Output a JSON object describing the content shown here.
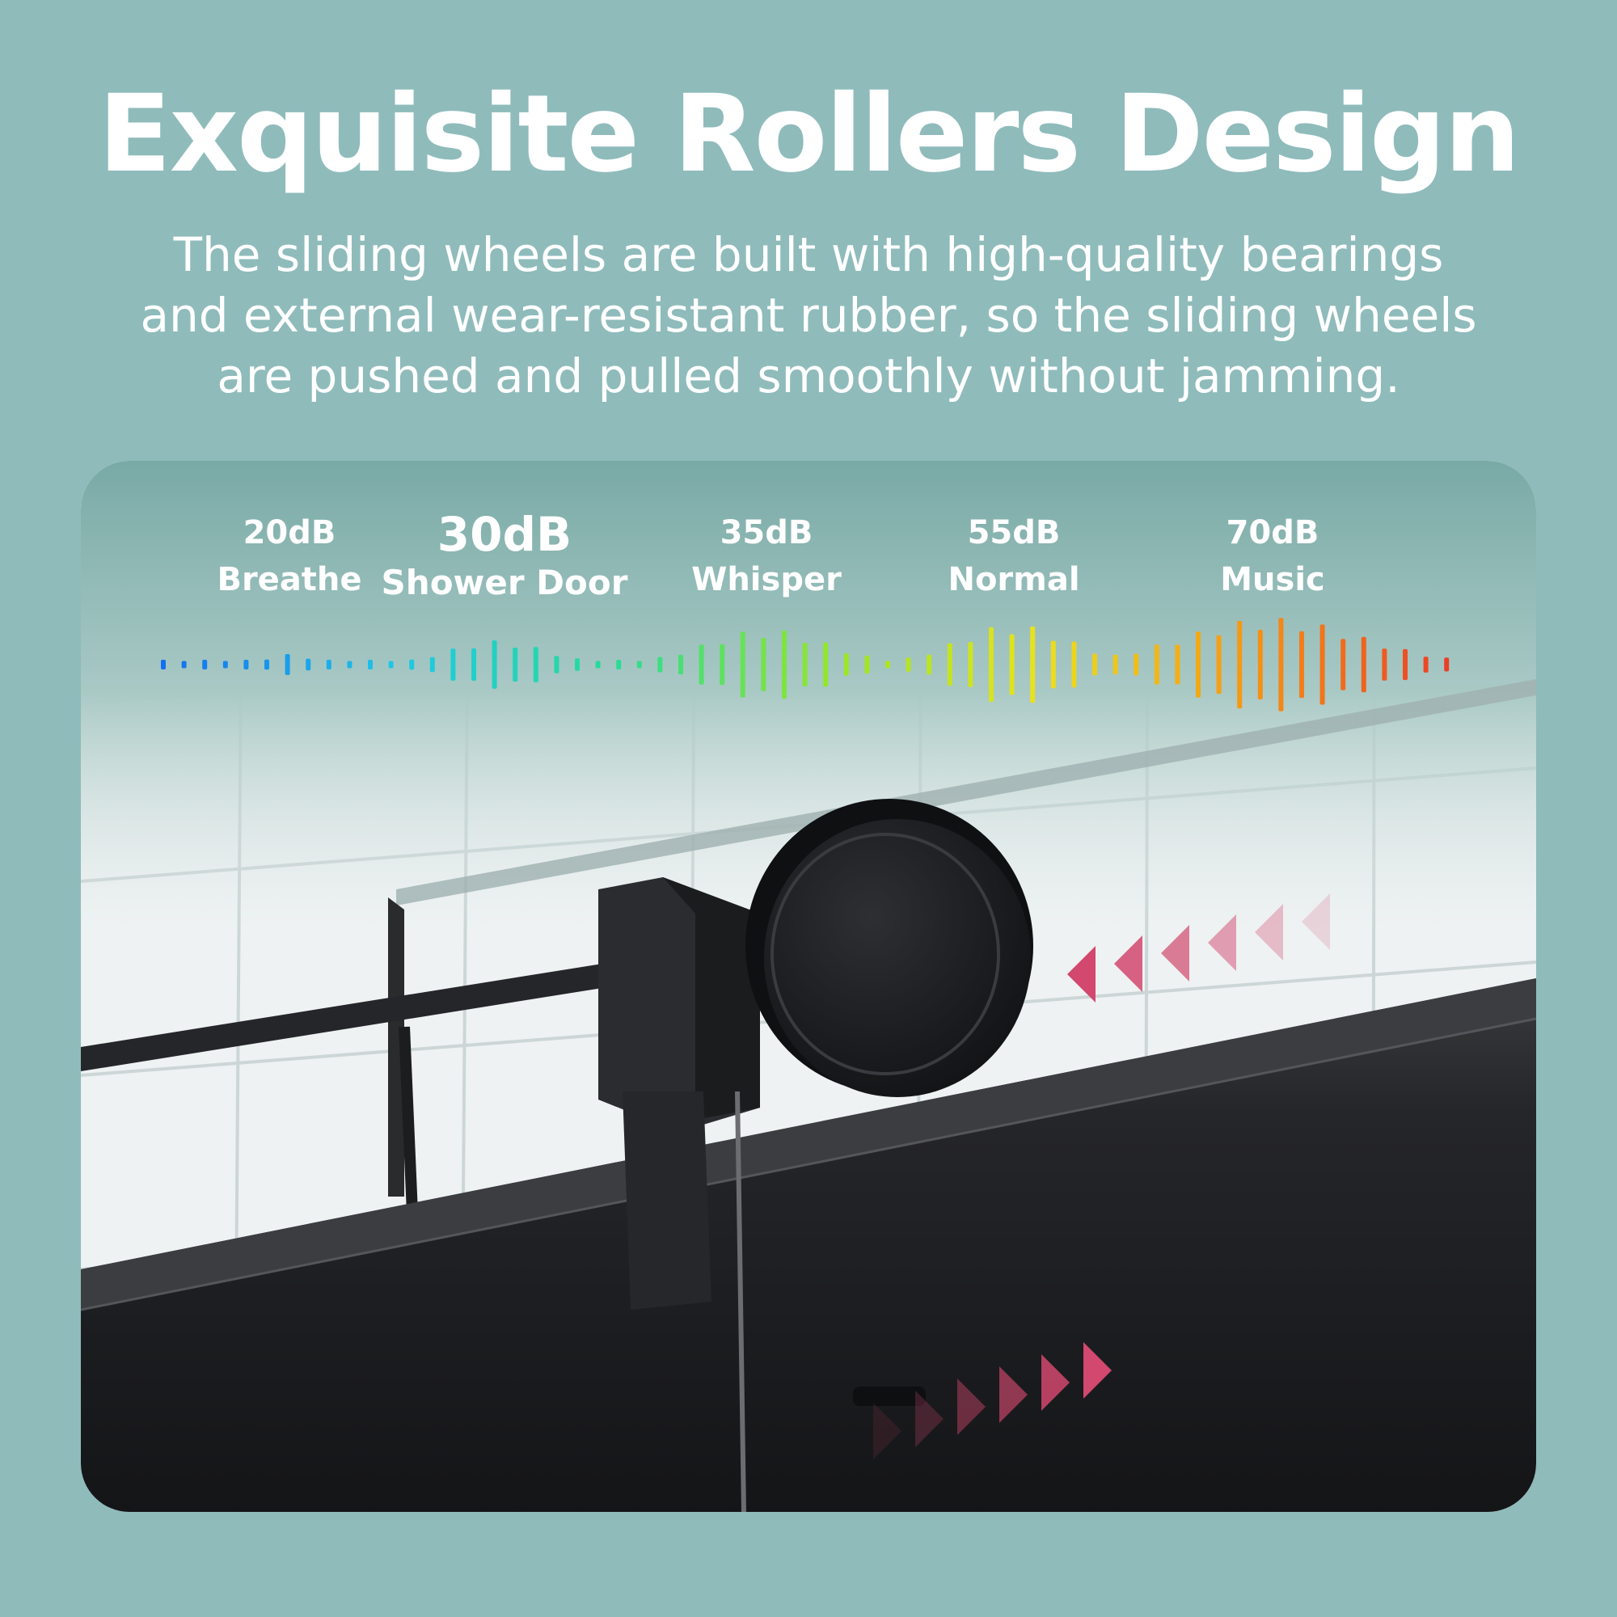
{
  "header": {
    "title": "Exquisite Rollers Design",
    "description_lines": [
      "The sliding wheels are built with high-quality bearings",
      "and external wear-resistant rubber, so the sliding wheels",
      "are pushed and pulled smoothly without jamming."
    ]
  },
  "noise_levels": [
    {
      "db": "20dB",
      "name": "Breathe"
    },
    {
      "db": "30dB",
      "name": "Shower Door",
      "highlighted": true
    },
    {
      "db": "35dB",
      "name": "Whisper"
    },
    {
      "db": "55dB",
      "name": "Normal"
    },
    {
      "db": "70dB",
      "name": "Music"
    }
  ],
  "colors": {
    "background": "#8fbbbb",
    "arrow_pink": "#d2486f",
    "hardware_black": "#1c1d1f"
  },
  "icons": [
    "left-arrows-icon",
    "right-arrows-icon",
    "sound-wave-icon"
  ]
}
